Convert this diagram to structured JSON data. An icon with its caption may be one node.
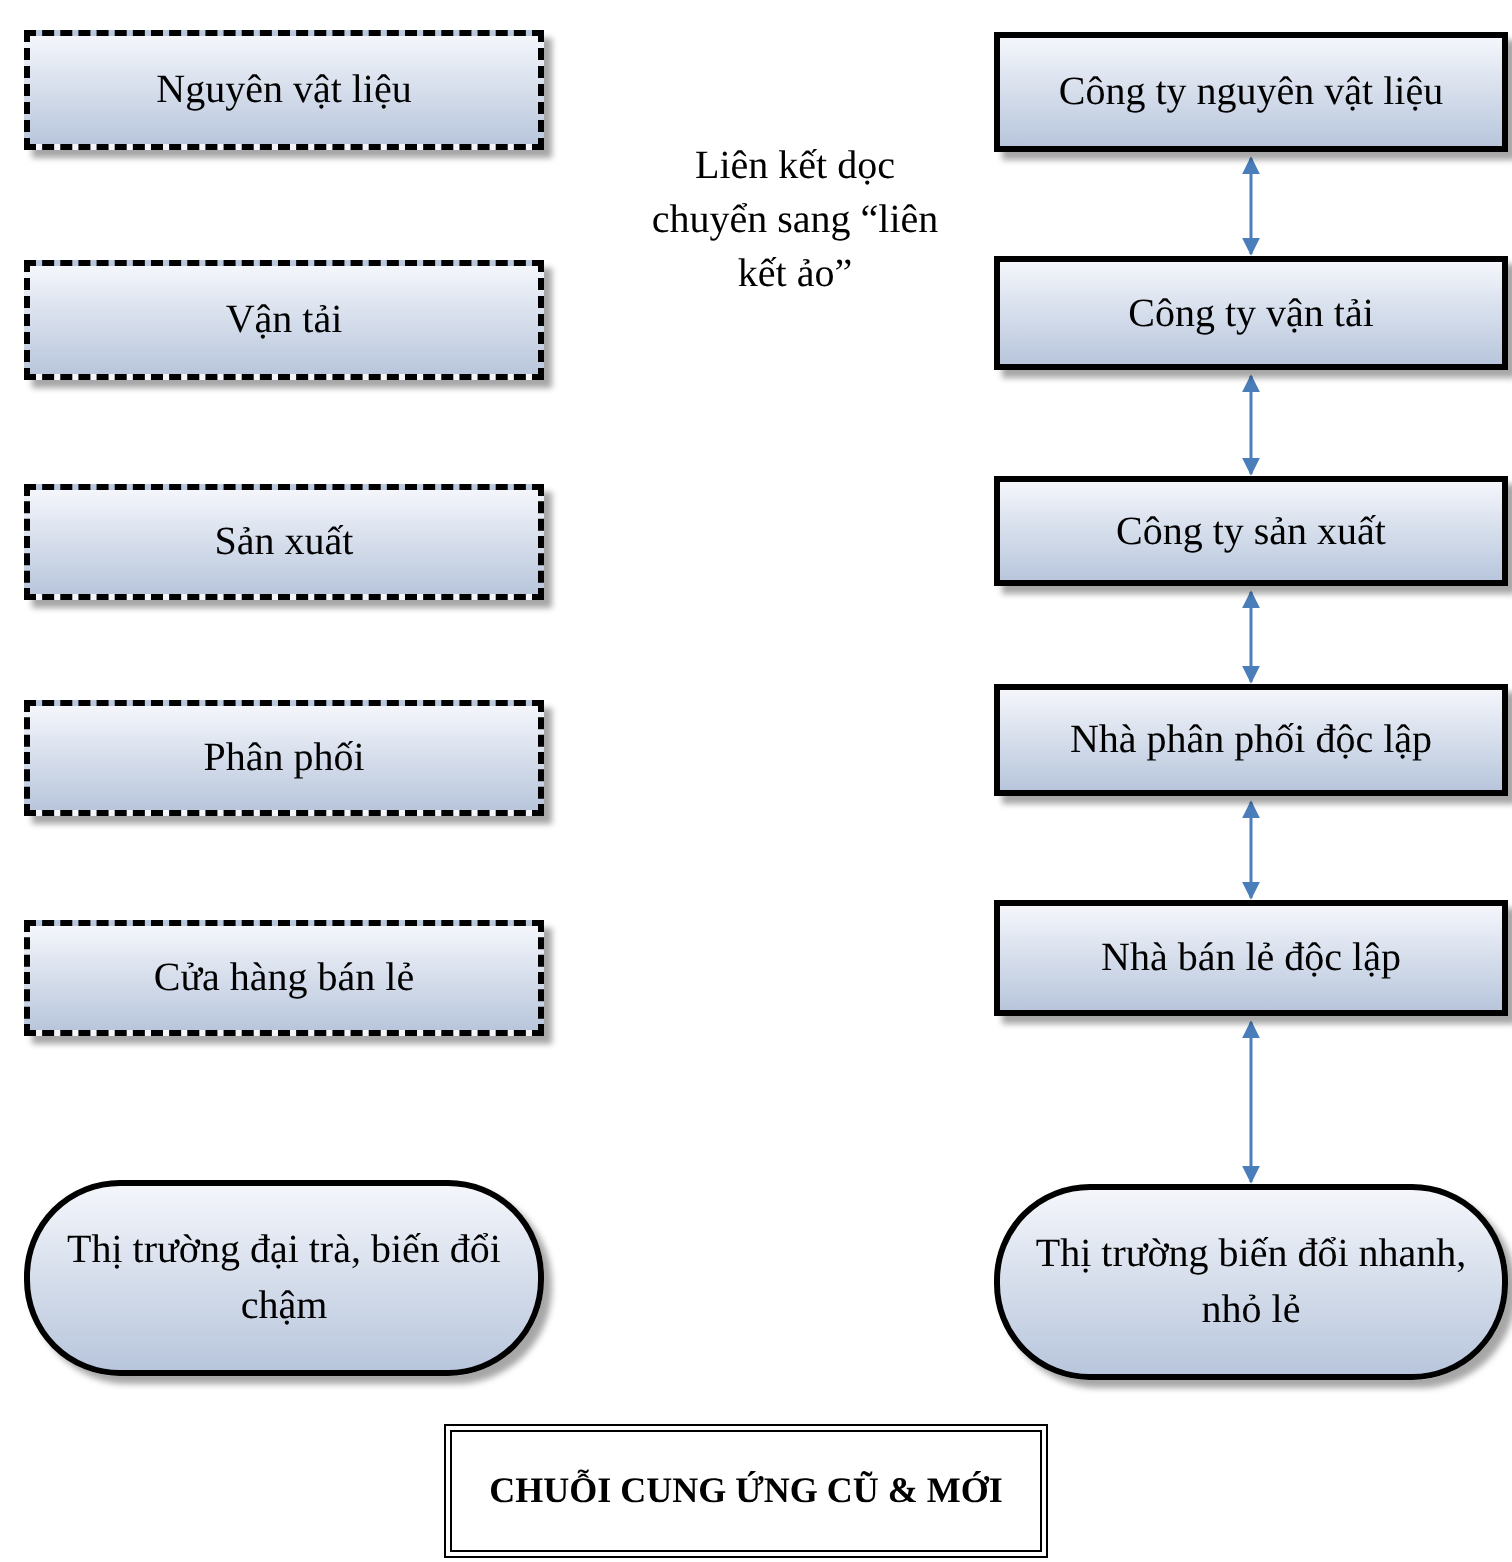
{
  "diagram": {
    "title": "CHUỖI CUNG ỨNG CŨ & MỚI",
    "nodes": [
      {
        "text": [
          "Nguyên vật liệu"
        ]
      },
      {
        "text": [
          "Vận tải"
        ]
      },
      {
        "text": [
          "Sản xuất"
        ]
      },
      {
        "text": [
          "Phân phối"
        ]
      },
      {
        "text": [
          "Cửa hàng bán lẻ"
        ]
      },
      {
        "text": [
          "Thị trường đại trà, biến đổi chậm"
        ]
      },
      {
        "text": [
          "Công ty nguyên vật liệu"
        ]
      },
      {
        "text": [
          "Công ty vận tải"
        ]
      },
      {
        "text": [
          "Công ty sản xuất"
        ]
      },
      {
        "text": [
          "Nhà phân phối độc lập"
        ]
      },
      {
        "text": [
          "Nhà bán lẻ độc lập"
        ]
      },
      {
        "text": [
          "Thị trường biến đổi nhanh, nhỏ lẻ"
        ]
      }
    ],
    "edges": [
      {
        "from": 6,
        "to": 7,
        "arrow": "both"
      },
      {
        "from": 7,
        "to": 8,
        "arrow": "both"
      },
      {
        "from": 8,
        "to": 9,
        "arrow": "both"
      },
      {
        "from": 9,
        "to": 10,
        "arrow": "both"
      },
      {
        "from": 10,
        "to": 11,
        "arrow": "both"
      }
    ],
    "labels": [
      "Liên kết dọc chuyển sang “liên kết ảo”"
    ]
  }
}
